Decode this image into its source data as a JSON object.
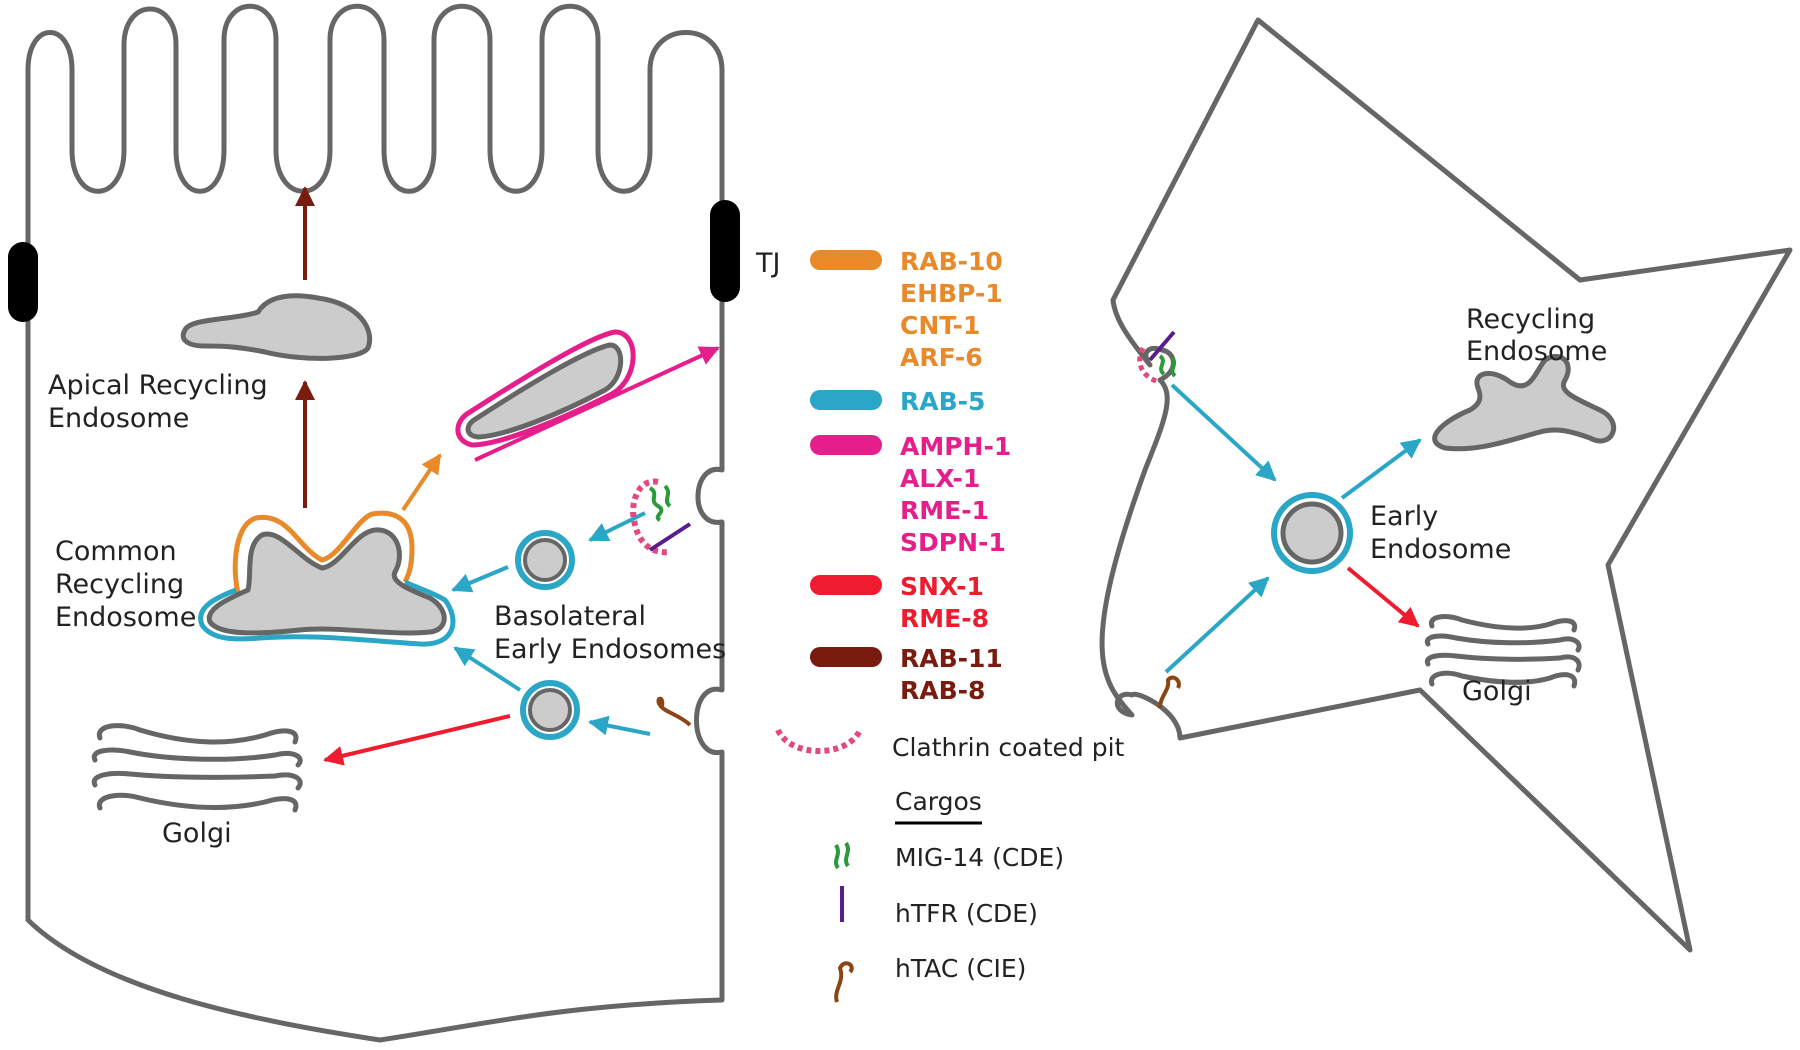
{
  "colors": {
    "membrane": "#666666",
    "organelle_fill": "#cccccc",
    "rab10_group": "#e8892a",
    "rab5": "#2aa6c7",
    "amph1_group": "#e61e8c",
    "snx1_group": "#ee1c2e",
    "rab11_group": "#7a1b10",
    "mig14": "#2a9a3a",
    "htfr": "#5a1e8c",
    "htac": "#8b4513",
    "tight_junction": "#000000"
  },
  "labels": {
    "tj": "TJ",
    "apical_recycling_endosome": [
      "Apical Recycling",
      "Endosome"
    ],
    "common_recycling_endosome": [
      "Common",
      "Recycling",
      "Endosome"
    ],
    "basolateral_early_endosomes": [
      "Basolateral",
      "Early Endosomes"
    ],
    "golgi_left": "Golgi",
    "recycling_endosome_right": [
      "Recycling",
      "Endosome"
    ],
    "early_endosome_right": [
      "Early",
      "Endosome"
    ],
    "golgi_right": "Golgi"
  },
  "legend": {
    "groups": [
      {
        "swatch": "rab10_group",
        "items": [
          "RAB-10",
          "EHBP-1",
          "CNT-1",
          "ARF-6"
        ]
      },
      {
        "swatch": "rab5",
        "items": [
          "RAB-5"
        ]
      },
      {
        "swatch": "amph1_group",
        "items": [
          "AMPH-1",
          "ALX-1",
          "RME-1",
          "SDPN-1"
        ]
      },
      {
        "swatch": "snx1_group",
        "items": [
          "SNX-1",
          "RME-8"
        ]
      },
      {
        "swatch": "rab11_group",
        "items": [
          "RAB-11",
          "RAB-8"
        ]
      }
    ],
    "clathrin": "Clathrin coated pit",
    "cargos_title": "Cargos",
    "cargos": [
      {
        "icon": "mig14",
        "label": "MIG-14 (CDE)"
      },
      {
        "icon": "htfr",
        "label": "hTFR (CDE)"
      },
      {
        "icon": "htac",
        "label": "hTAC (CIE)"
      }
    ]
  }
}
